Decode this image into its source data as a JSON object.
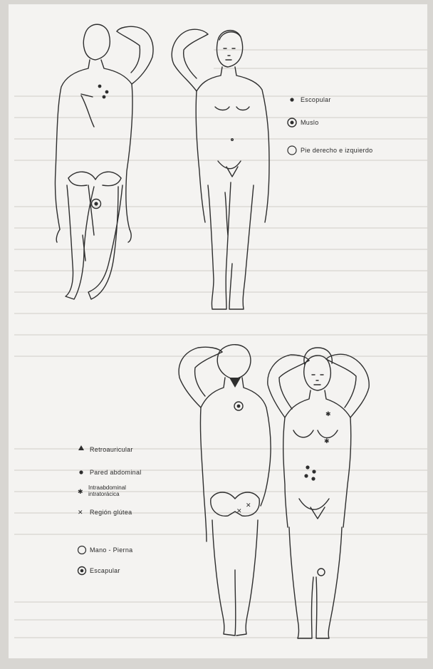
{
  "legend_top": {
    "items": [
      {
        "symbol": "dot",
        "label": "Escopular"
      },
      {
        "symbol": "ringdot",
        "label": "Muslo"
      },
      {
        "symbol": "circle",
        "label": "Pie derecho e izquierdo"
      }
    ]
  },
  "legend_bottom": {
    "items": [
      {
        "symbol": "triangle",
        "label": "Retroauricular"
      },
      {
        "symbol": "dot",
        "label": "Pared abdominal"
      },
      {
        "symbol": "asterisk",
        "label": "Intraabdominal intratorácica"
      },
      {
        "symbol": "cross",
        "label": "Región glútea"
      },
      {
        "symbol": "circle",
        "label": "Mano - Pierna"
      },
      {
        "symbol": "ringdot",
        "label": "Escapular"
      }
    ]
  },
  "symbol_glyphs": {
    "asterisk": "✱",
    "cross": "✕"
  },
  "colors": {
    "paper": "#f4f3f1",
    "background": "#e4e2df",
    "ink": "#2e2e2e"
  }
}
